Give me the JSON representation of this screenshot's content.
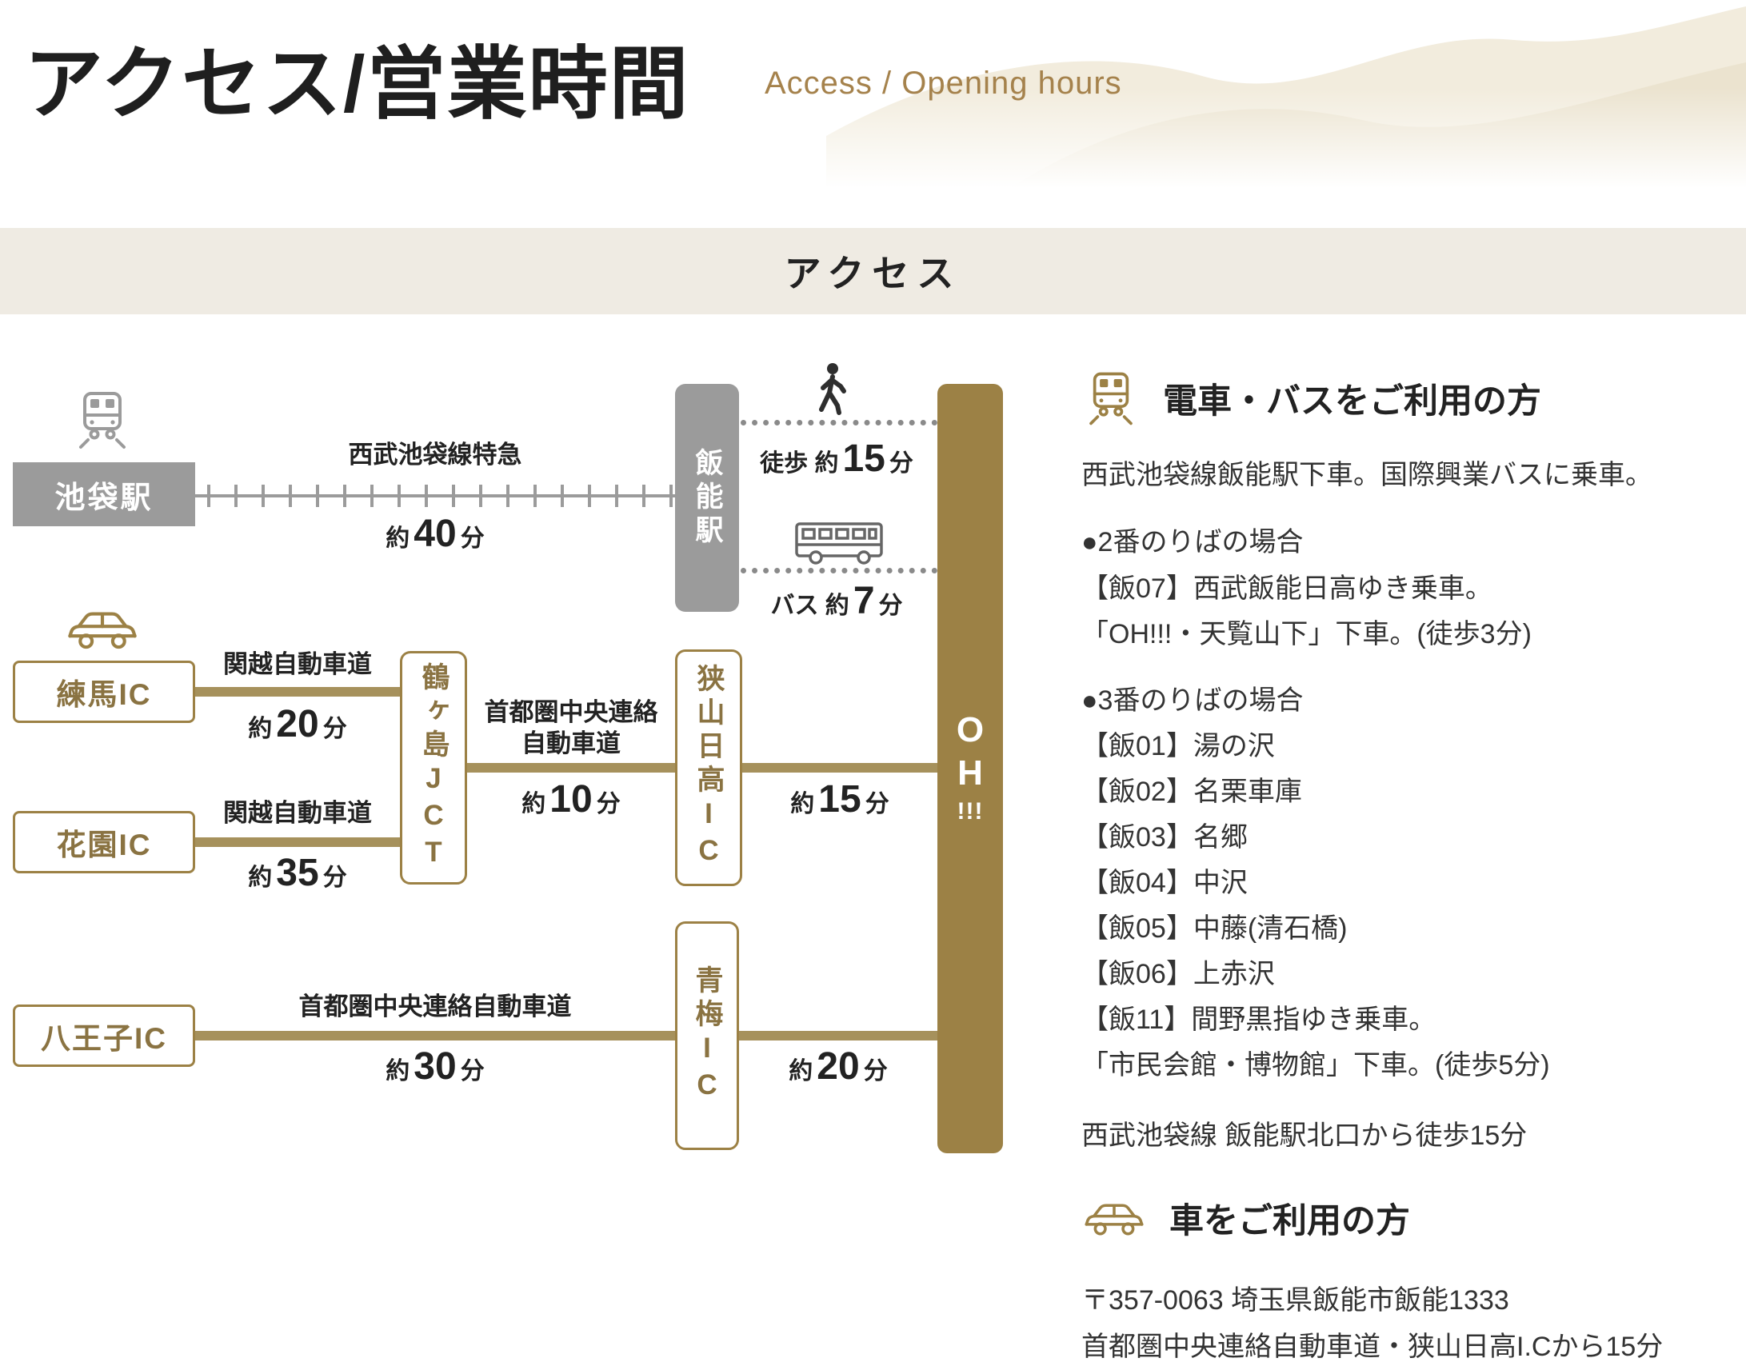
{
  "colors": {
    "gold": "#9C8145",
    "gold_line": "#A6915C",
    "gold_text": "#8A7342",
    "gray": "#9B9B9B",
    "banner_bg": "#EFEBE3",
    "subtitle_accent": "#A5824C"
  },
  "header": {
    "title": "アクセス/営業時間",
    "subtitle": "Access / Opening hours"
  },
  "banner": {
    "label": "アクセス"
  },
  "diagram": {
    "nodes": {
      "ikebukuro": "池袋駅",
      "hanno": "飯能駅",
      "nerima": "練馬IC",
      "hanazono": "花園IC",
      "hachioji": "八王子IC",
      "tsurugashima": "鶴ヶ島JCT",
      "sayama_hidaka": "狭山日高IC",
      "ome": "青梅IC",
      "oh": [
        "O",
        "H",
        "!!!"
      ]
    },
    "train": {
      "line_name": "西武池袋線特急",
      "prefix": "約",
      "value": "40",
      "suffix": "分"
    },
    "walk": {
      "prefix": "徒歩 約",
      "value": "15",
      "suffix": "分"
    },
    "bus": {
      "prefix": "バス 約",
      "value": "7",
      "suffix": "分"
    },
    "nerima_tsurugashima": {
      "road": "関越自動車道",
      "prefix": "約",
      "value": "20",
      "suffix": "分"
    },
    "hanazono_tsurugashima": {
      "road": "関越自動車道",
      "prefix": "約",
      "value": "35",
      "suffix": "分"
    },
    "tsurugashima_sayama": {
      "road_line1": "首都圏中央連絡",
      "road_line2": "自動車道",
      "prefix": "約",
      "value": "10",
      "suffix": "分"
    },
    "sayama_oh": {
      "prefix": "約",
      "value": "15",
      "suffix": "分"
    },
    "hachioji_ome": {
      "road": "首都圏中央連絡自動車道",
      "prefix": "約",
      "value": "30",
      "suffix": "分"
    },
    "ome_oh": {
      "prefix": "約",
      "value": "20",
      "suffix": "分"
    }
  },
  "train_bus_info": {
    "heading": "電車・バスをご利用の方",
    "intro": "西武池袋線飯能駅下車。国際興業バスに乗車。",
    "platform2_heading": "●2番のりばの場合",
    "platform2_lines": [
      "【飯07】西武飯能日高ゆき乗車。",
      "「OH!!!・天覧山下」下車。(徒歩3分)"
    ],
    "platform3_heading": "●3番のりばの場合",
    "platform3_lines": [
      "【飯01】湯の沢",
      "【飯02】名栗車庫",
      "【飯03】名郷",
      "【飯04】中沢",
      "【飯05】中藤(清石橋)",
      "【飯06】上赤沢",
      "【飯11】間野黒指ゆき乗車。",
      "「市民会館・博物館」下車。(徒歩5分)"
    ],
    "walk_note": "西武池袋線 飯能駅北口から徒歩15分"
  },
  "car_info": {
    "heading": "車をご利用の方",
    "address": "〒357-0063 埼玉県飯能市飯能1333",
    "route_note": "首都圏中央連絡自動車道・狭山日高I.Cから15分"
  }
}
